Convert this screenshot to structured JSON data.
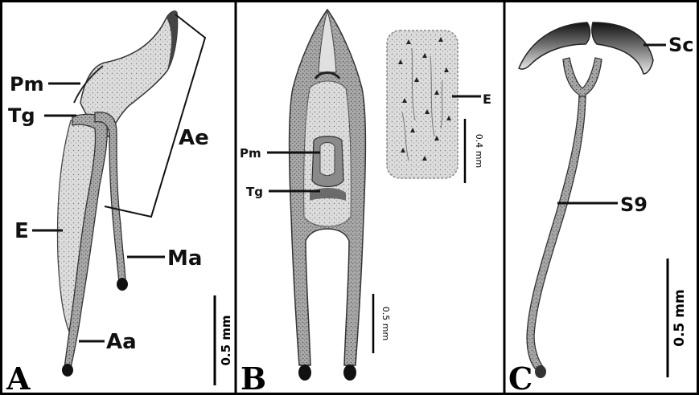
{
  "panels": {
    "A": {
      "letter": "A",
      "labels": {
        "pm": "Pm",
        "tg": "Tg",
        "ae": "Ae",
        "e": "E",
        "ma": "Ma",
        "aa": "Aa"
      },
      "scale_bar": "0.5 mm"
    },
    "B": {
      "letter": "B",
      "labels": {
        "pm": "Pm",
        "tg": "Tg",
        "e": "E"
      },
      "scale_bar_main": "0.5 mm",
      "scale_bar_inset": "0.4 mm"
    },
    "C": {
      "letter": "C",
      "labels": {
        "sc": "Sc",
        "s9": "S9"
      },
      "scale_bar": "0.5 mm"
    }
  },
  "colors": {
    "frame": "#000000",
    "drawing_fill": "#d9d9d9",
    "drawing_dark": "#555555",
    "label": "#111111"
  }
}
